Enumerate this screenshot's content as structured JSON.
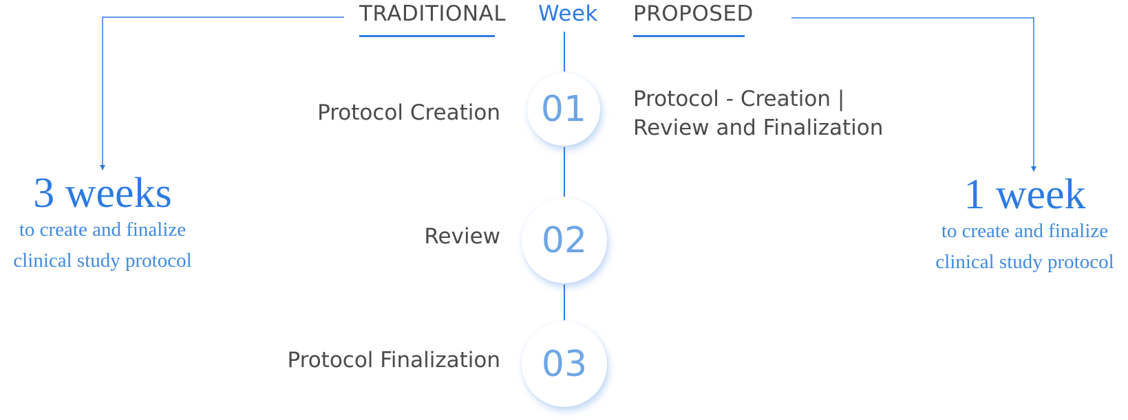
{
  "header": {
    "traditional": "TRADITIONAL",
    "week": "Week",
    "proposed": "PROPOSED"
  },
  "steps": [
    {
      "number": "01",
      "label": "Protocol Creation"
    },
    {
      "number": "02",
      "label": "Review"
    },
    {
      "number": "03",
      "label": "Protocol Finalization"
    }
  ],
  "proposed_step": {
    "line1": "Protocol - Creation |",
    "line2": "Review and Finalization"
  },
  "traditional_summary": {
    "duration": "3 weeks",
    "line1": "to create and finalize",
    "line2": "clinical study protocol"
  },
  "proposed_summary": {
    "duration": "1 week",
    "line1": "to create and finalize",
    "line2": "clinical study protocol"
  },
  "colors": {
    "accent": "#2d7be0",
    "number": "#6ea5e6",
    "text": "#4a4a4a"
  }
}
